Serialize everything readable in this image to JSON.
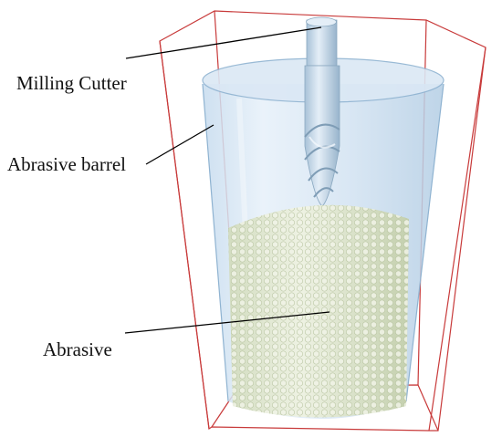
{
  "labels": {
    "milling_cutter": "Milling Cutter",
    "abrasive_barrel": "Abrasive barrel",
    "abrasive": "Abrasive"
  },
  "colors": {
    "bounding_box": "#c83a3a",
    "barrel_fill": "#cfe1f1",
    "barrel_edge": "#8fb3d1",
    "cutter": "#b9cfe0",
    "abrasive_fill": "#dfe6cf",
    "abrasive_bead": "#c9d4b3",
    "leader_line": "#000000"
  }
}
